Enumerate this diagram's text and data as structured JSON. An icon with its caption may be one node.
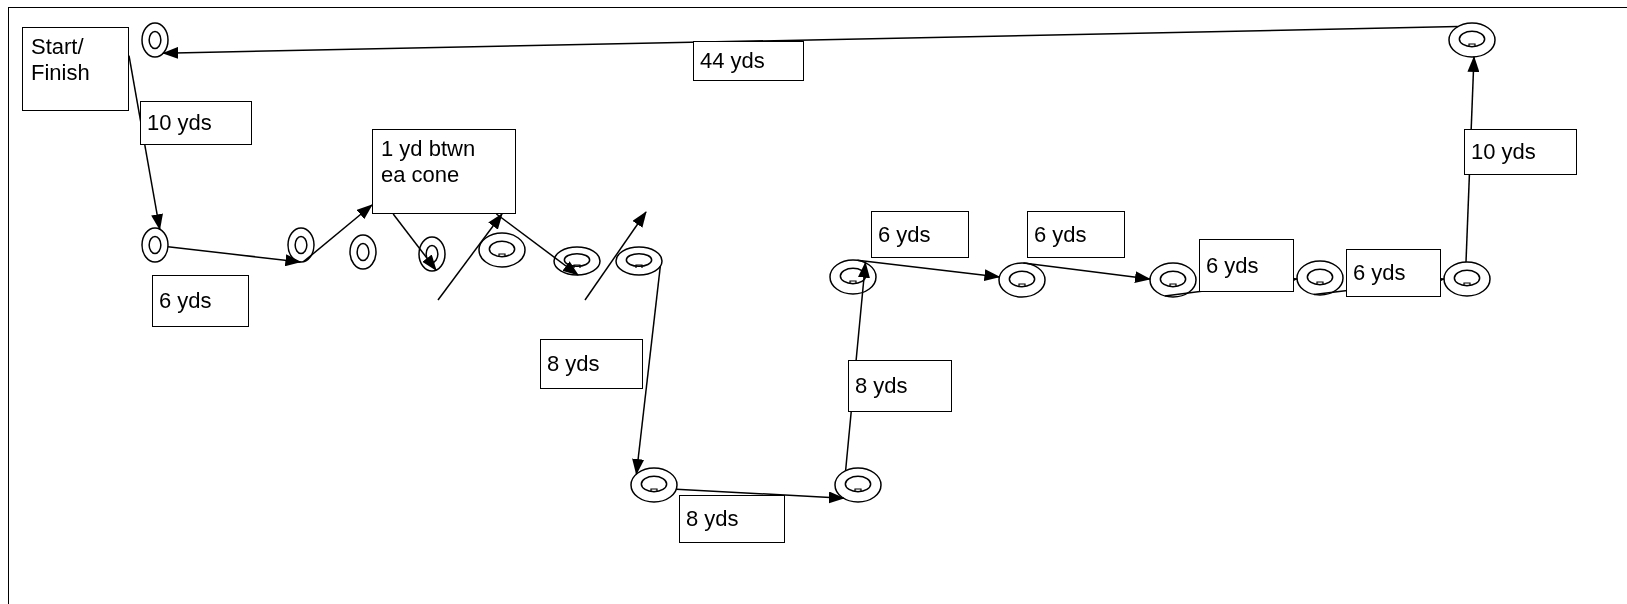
{
  "diagram": {
    "nodes": [
      {
        "text": [
          "Start/ Finish"
        ]
      },
      {
        "text": [
          "1 yd btwn ea cone"
        ]
      },
      {
        "text": [],
        "shape": "circle"
      },
      {
        "text": [],
        "shape": "circle"
      },
      {
        "text": [],
        "shape": "circle"
      },
      {
        "text": [],
        "shape": "circle"
      },
      {
        "text": [],
        "shape": "circle"
      },
      {
        "text": [],
        "shape": "circle"
      },
      {
        "text": [],
        "shape": "circle"
      },
      {
        "text": [],
        "shape": "circle"
      },
      {
        "text": [],
        "shape": "circle"
      },
      {
        "text": [],
        "shape": "circle"
      },
      {
        "text": [],
        "shape": "circle"
      },
      {
        "text": [],
        "shape": "circle"
      },
      {
        "text": [],
        "shape": "circle"
      },
      {
        "text": [],
        "shape": "circle"
      },
      {
        "text": [],
        "shape": "circle"
      },
      {
        "text": [],
        "shape": "circle"
      }
    ],
    "edges": [
      {
        "from": 0,
        "to": 3,
        "arrow": "to",
        "label": "10 yds"
      },
      {
        "from": 3,
        "to": 4,
        "arrow": "to",
        "label": "6 yds"
      },
      {
        "from": 4,
        "to": 1,
        "arrow": "to"
      },
      {
        "from": 1,
        "to": 6,
        "arrow": "to"
      },
      {
        "from": null,
        "to": 1,
        "arrow": "to"
      },
      {
        "from": 1,
        "to": 8,
        "arrow": "to"
      },
      {
        "from": 9,
        "to": 10,
        "arrow": "to",
        "label": "8 yds"
      },
      {
        "from": 10,
        "to": 11,
        "arrow": "to",
        "label": "8 yds"
      },
      {
        "from": 11,
        "to": 12,
        "arrow": "to",
        "label": "8 yds"
      },
      {
        "from": 12,
        "to": 13,
        "arrow": "to",
        "label": "6 yds"
      },
      {
        "from": 13,
        "to": 14,
        "arrow": "to",
        "label": "6 yds"
      },
      {
        "from": 14,
        "to": 15,
        "arrow": "to",
        "label": "6 yds"
      },
      {
        "from": 15,
        "to": 16,
        "arrow": "to",
        "label": "6 yds"
      },
      {
        "from": 16,
        "to": 17,
        "arrow": "to",
        "label": "10 yds"
      },
      {
        "from": 17,
        "to": 2,
        "arrow": "to",
        "label": "44 yds"
      }
    ]
  }
}
